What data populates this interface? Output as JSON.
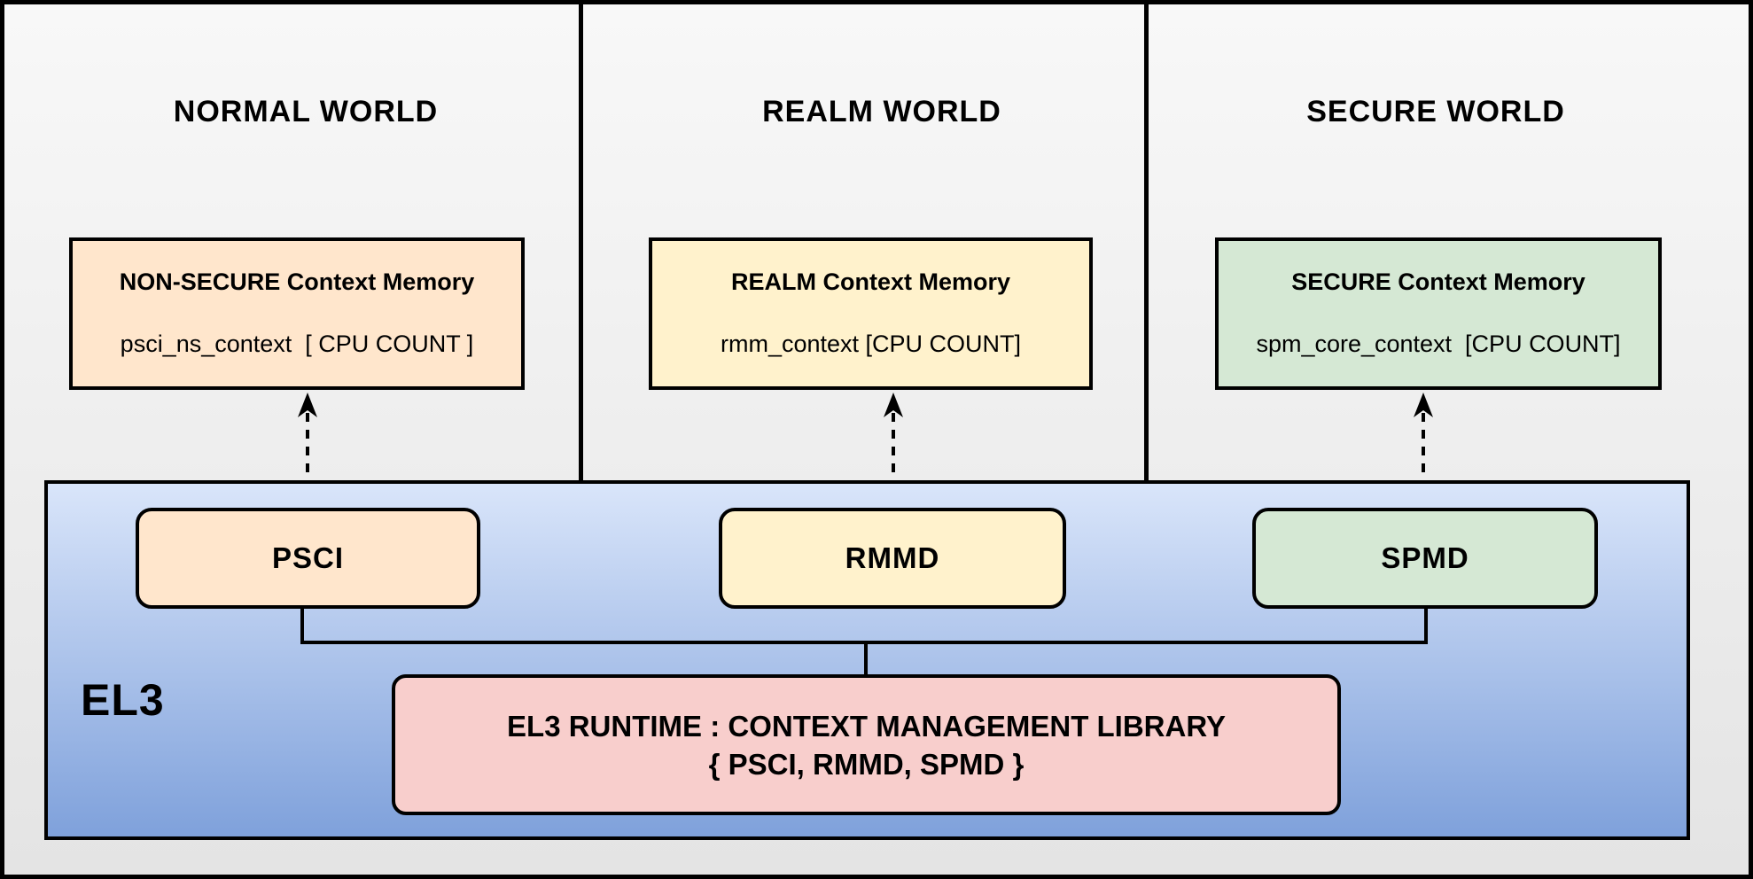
{
  "diagram": {
    "title_note": "EL3 context management architecture",
    "worlds": [
      {
        "title": "NORMAL WORLD",
        "context_box": {
          "title": "NON-SECURE Context Memory",
          "subtitle": "psci_ns_context  [ CPU COUNT ]",
          "fill": "#FFE6CC"
        },
        "dispatcher": {
          "label": "PSCI",
          "fill": "#FFE6CC"
        }
      },
      {
        "title": "REALM WORLD",
        "context_box": {
          "title": "REALM Context Memory",
          "subtitle": "rmm_context [CPU COUNT]",
          "fill": "#FFF2CC"
        },
        "dispatcher": {
          "label": "RMMD",
          "fill": "#FFF2CC"
        }
      },
      {
        "title": "SECURE WORLD",
        "context_box": {
          "title": "SECURE Context Memory",
          "subtitle": "spm_core_context  [CPU COUNT]",
          "fill": "#D5E8D4"
        },
        "dispatcher": {
          "label": "SPMD",
          "fill": "#D5E8D4"
        }
      }
    ],
    "el3": {
      "label": "EL3",
      "fill_top": "#D9E5FA",
      "fill_bottom": "#7FA1DB",
      "runtime_box": {
        "line1": "EL3 RUNTIME : CONTEXT MANAGEMENT LIBRARY",
        "line2": "{ PSCI, RMMD, SPMD }",
        "fill": "#F8CECC"
      }
    },
    "colors": {
      "border": "#000000",
      "panel_background_top": "#F8F8F8",
      "panel_background_bottom": "#E4E4E4"
    }
  }
}
